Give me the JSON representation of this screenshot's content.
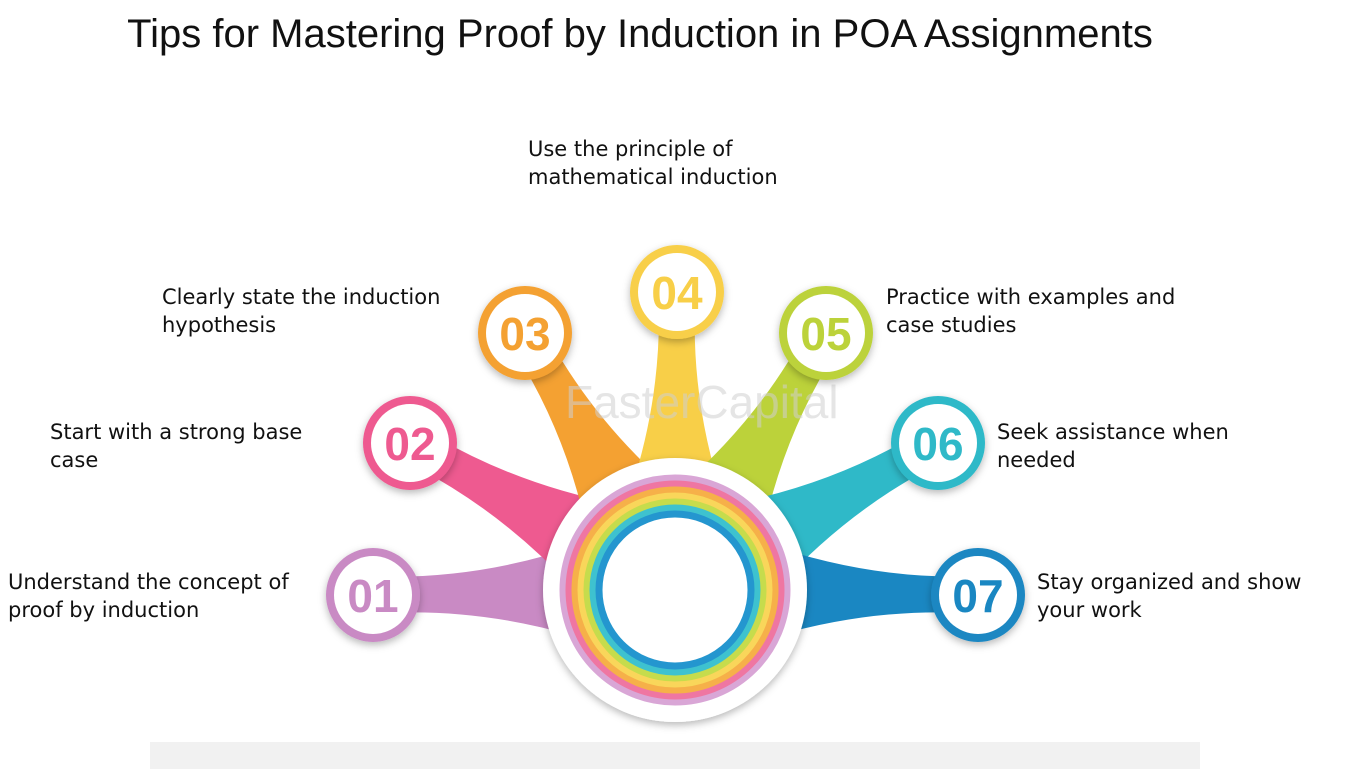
{
  "title": "Tips for Mastering Proof by Induction in POA Assignments",
  "watermark": "FasterCapital",
  "tips": [
    {
      "number": "01",
      "line1": "Understand the concept of",
      "line2": "proof by induction",
      "color": "#c98ac4"
    },
    {
      "number": "02",
      "line1": "Start with a strong base",
      "line2": "case",
      "color": "#ee5a90"
    },
    {
      "number": "03",
      "line1": "Clearly state the induction",
      "line2": "hypothesis",
      "color": "#f4a132"
    },
    {
      "number": "04",
      "line1": "Use the principle of",
      "line2": "mathematical induction",
      "color": "#f8cf48"
    },
    {
      "number": "05",
      "line1": "Practice with examples and",
      "line2": "case studies",
      "color": "#bcd23a"
    },
    {
      "number": "06",
      "line1": "Seek assistance when",
      "line2": "needed",
      "color": "#2fb9c8"
    },
    {
      "number": "07",
      "line1": "Stay organized and show",
      "line2": "your work",
      "color": "#1a87c2"
    }
  ],
  "rings": [
    "#d9a6d6",
    "#ef76a2",
    "#f6b049",
    "#f9d65a",
    "#c6dc4c",
    "#3ec2cf",
    "#2496cf"
  ]
}
